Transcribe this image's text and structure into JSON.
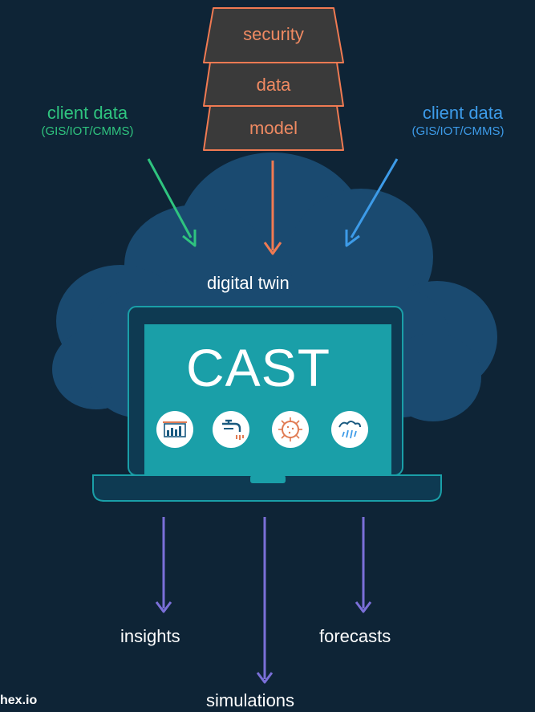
{
  "layers": [
    "security",
    "data",
    "model"
  ],
  "client_left": {
    "title": "client data",
    "subtitle": "(GIS/IOT/CMMS)"
  },
  "client_right": {
    "title": "client data",
    "subtitle": "(GIS/IOT/CMMS)"
  },
  "cloud_label": "digital twin",
  "screen_title": "CAST",
  "screen_icons": [
    "water-tank-chart-icon",
    "faucet-icon",
    "virus-icon",
    "rain-cloud-icon"
  ],
  "outputs": {
    "left": "insights",
    "center": "simulations",
    "right": "forecasts"
  },
  "watermark": "hex.io",
  "colors": {
    "background": "#0e2436",
    "cloud": "#1a4a70",
    "layer_fill": "#3a3a3a",
    "layer_border": "#f07a52",
    "green_arrow": "#2fc47f",
    "blue_arrow": "#3d9be8",
    "orange_arrow": "#f07a52",
    "purple_arrow": "#7a6fd8",
    "laptop_frame": "#0e3a52",
    "screen": "#1a9fa8"
  }
}
